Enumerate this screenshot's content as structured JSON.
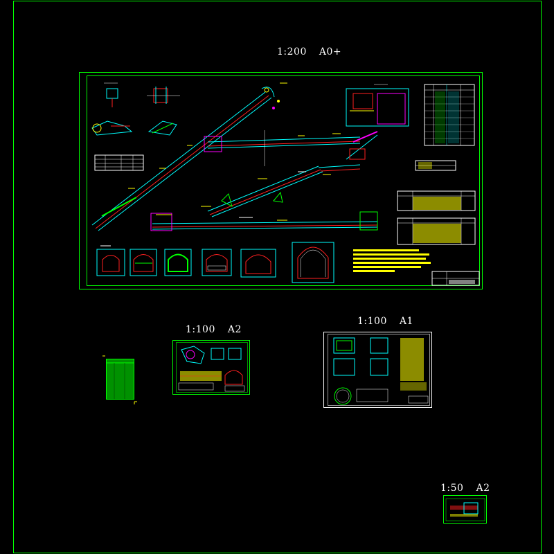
{
  "colors": {
    "background": "#000000",
    "frame": "#00ff00",
    "title_text": "#ffffff",
    "cyan": "#00ffff",
    "red": "#ff2020",
    "yellow": "#ffff00",
    "magenta": "#ff00ff",
    "white": "#ffffff",
    "green": "#00ff00"
  },
  "sheets": [
    {
      "id": "main",
      "scale": "1:200",
      "paper": "A0+"
    },
    {
      "id": "mid-left",
      "scale": "1:100",
      "paper": "A2"
    },
    {
      "id": "mid-right",
      "scale": "1:100",
      "paper": "A1"
    },
    {
      "id": "bottom-right",
      "scale": "1:50",
      "paper": "A2"
    }
  ]
}
